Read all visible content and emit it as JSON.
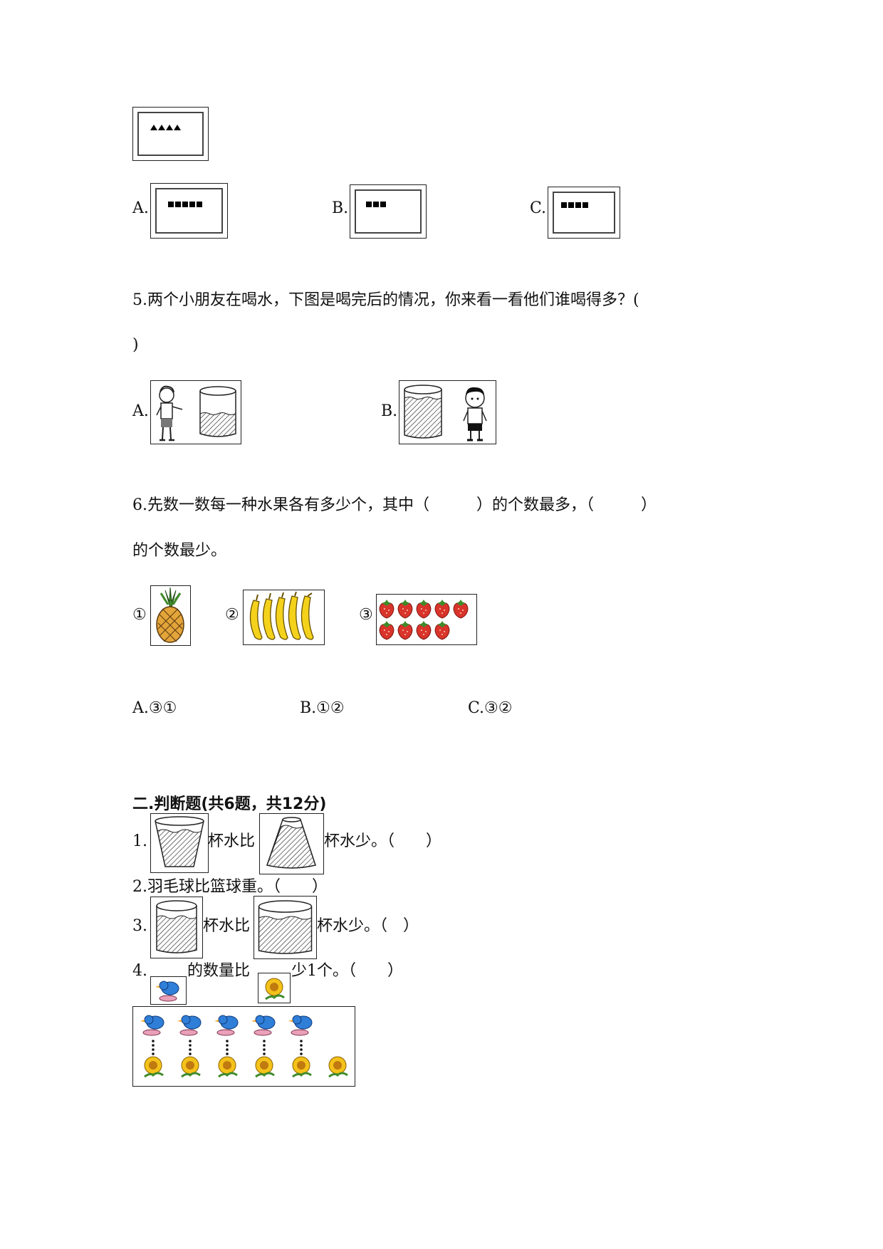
{
  "q4_options": {
    "a": "A.",
    "b": "B.",
    "c": "C."
  },
  "q5": {
    "text": "5.两个小朋友在喝水，下图是喝完后的情况，你来看一看他们谁喝得多？(",
    "text_close": ")",
    "option_a": "A.",
    "option_b": "B."
  },
  "q6": {
    "text_line1": "6.先数一数每一种水果各有多少个，其中（　　　）的个数最多，（　　　）",
    "text_line2": "的个数最少。",
    "labels": [
      "①",
      "②",
      "③"
    ],
    "options": [
      "A.③①",
      "B.①②",
      "C.③②"
    ]
  },
  "section2": {
    "title": "二.判断题(共6题，共12分)",
    "q1": {
      "num": "1.",
      "mid": "杯水比",
      "end": "杯水少。（　　）"
    },
    "q2": "2.羽毛球比篮球重。（　　）",
    "q3": {
      "num": "3.",
      "mid": "杯水比",
      "end": "杯水少。（　）"
    },
    "q4": {
      "num": "4.",
      "mid": "的数量比",
      "end": "少1个。（　　）"
    }
  },
  "icons": {
    "triangles": "triangle-icon",
    "squares": "square-icon",
    "boy": "boy-icon",
    "cup": "cup-icon",
    "pineapple": "pineapple-icon",
    "banana": "banana-icon",
    "strawberry": "strawberry-icon",
    "bird": "bird-icon",
    "sunflower": "sunflower-icon"
  }
}
